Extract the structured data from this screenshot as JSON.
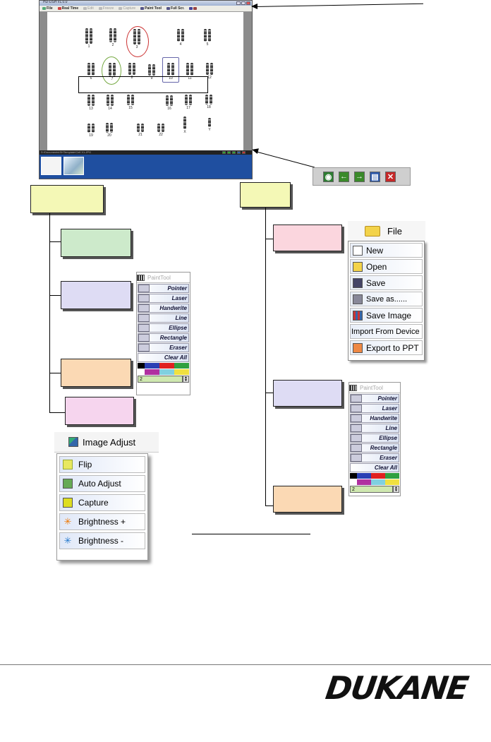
{
  "app_window": {
    "title": "HD-DSH v1.0.0",
    "menu": [
      {
        "label": "File",
        "dim": false
      },
      {
        "label": "Real Time",
        "dim": false
      },
      {
        "label": "Edit",
        "dim": true
      },
      {
        "label": "Freeze",
        "dim": true
      },
      {
        "label": "Capture",
        "dim": true
      },
      {
        "label": "Paint Tool",
        "dim": false
      },
      {
        "label": "Full Scr.",
        "dim": false
      }
    ],
    "status_path": "D:\\Documents\\SHTemplate\\Cell X1.JPG",
    "chromosome_labels": [
      "1",
      "2",
      "3",
      "4",
      "5",
      "6",
      "7",
      "8",
      "9",
      "10",
      "11",
      "12",
      "13",
      "14",
      "15",
      "16",
      "17",
      "18",
      "19",
      "20",
      "21",
      "22",
      "X",
      "Y"
    ]
  },
  "toolbar_zoom": {
    "icons": [
      "load-icon",
      "previous-icon",
      "next-icon",
      "copy-icon",
      "close-icon"
    ],
    "colors": [
      "#2e7d32",
      "#3a8a2a",
      "#3a8a2a",
      "#2a56a8",
      "#c62828"
    ]
  },
  "label_boxes": {
    "colors": [
      "#f4f8b6",
      "#cdeacb",
      "#dedcf4",
      "#fbd9b4",
      "#f6d5ee",
      "#f4f8b6",
      "#fbd6de",
      "#dedcf4",
      "#fbd9b4"
    ]
  },
  "file_menu": {
    "title": "File",
    "items": [
      "New",
      "Open",
      "Save",
      "Save as......",
      "Save Image",
      "Import From Device",
      "Export to PPT"
    ]
  },
  "paint_tool": {
    "title": "PaintTool",
    "items": [
      "Pointer",
      "Laser",
      "Handwrite",
      "Line",
      "Ellipse",
      "Rectangle",
      "Eraser",
      "Clear All"
    ],
    "palette_row1": [
      "#000000",
      "#2a3fb4",
      "#e02020",
      "#30a040"
    ],
    "palette_row2": [
      "#ffffff",
      "#b030a0",
      "#80d0e0",
      "#f0e040"
    ],
    "width_value": "2"
  },
  "image_adjust": {
    "title": "Image Adjust",
    "items": [
      "Flip",
      "Auto Adjust",
      "Capture",
      "Brightness +",
      "Brightness -"
    ]
  },
  "footer": {
    "brand": "DUKANE"
  }
}
